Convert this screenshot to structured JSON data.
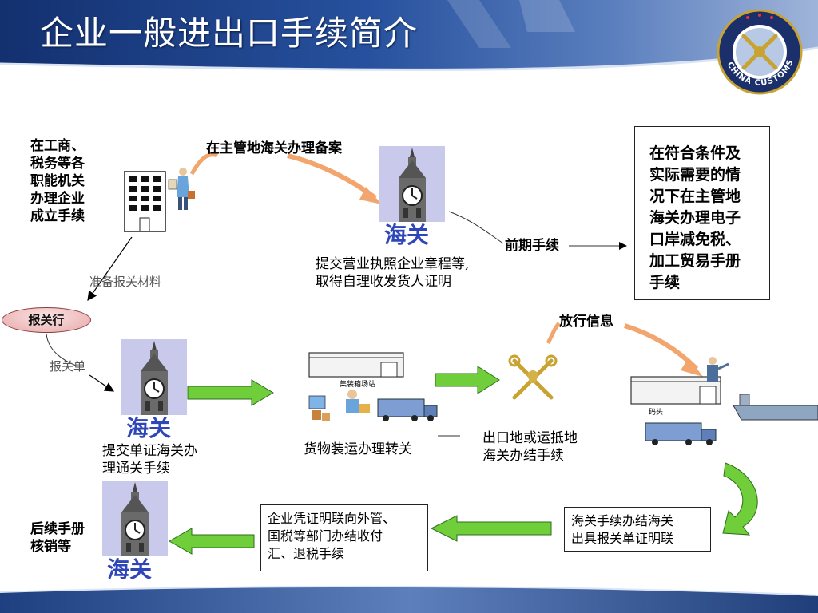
{
  "title": "企业一般进出口手续简介",
  "logo": {
    "emblem": "china-customs-emblem",
    "text": "CHINA CUSTOMS"
  },
  "icons": {
    "customs_building": "customs-clock-tower-icon",
    "office": "office-building-icon",
    "key": "customs-key-emblem-icon",
    "warehouse": "warehouse-icon",
    "truck": "truck-icon",
    "ship": "ship-icon"
  },
  "colors": {
    "green_arrow": "#6fce3a",
    "orange_arrow": "#f2a56c",
    "header_blue": "#1e3f8a",
    "customs_label": "#2e46b8"
  },
  "nodes": {
    "business_registration": [
      "在工商、",
      "税务等各",
      "职能机关",
      "办理企业",
      "成立手续"
    ],
    "record_label": "在主管地海关办理备案",
    "customs_label": "海关",
    "submit_license": [
      "提交营业执照企业章程等,",
      "取得自理收发货人证明"
    ],
    "preliminary": "前期手续",
    "eport_box": [
      "在符合条件及",
      "实际需要的情",
      "况下在主管地",
      "海关办理电子",
      "口岸减免税、",
      "加工贸易手册",
      "手续"
    ],
    "prepare_materials": "准备报关材料",
    "broker": "报关行",
    "declaration_form": "报关单",
    "release_info": "放行信息",
    "submit_docs": [
      "提交单证海关办",
      "理通关手续"
    ],
    "container_station": "集装箱场站",
    "cargo_transfer": "货物装运办理转关",
    "export_port": [
      "出口地或运抵地",
      "海关办结手续"
    ],
    "wharf": "码头",
    "customs_complete": [
      "海关手续办结海关",
      "出具报关单证明联"
    ],
    "enterprise_refund": [
      "企业凭证明联向外管、",
      "国税等部门办结收付",
      "汇、退税手续"
    ],
    "follow_up": [
      "后续手册",
      "核销等"
    ]
  }
}
